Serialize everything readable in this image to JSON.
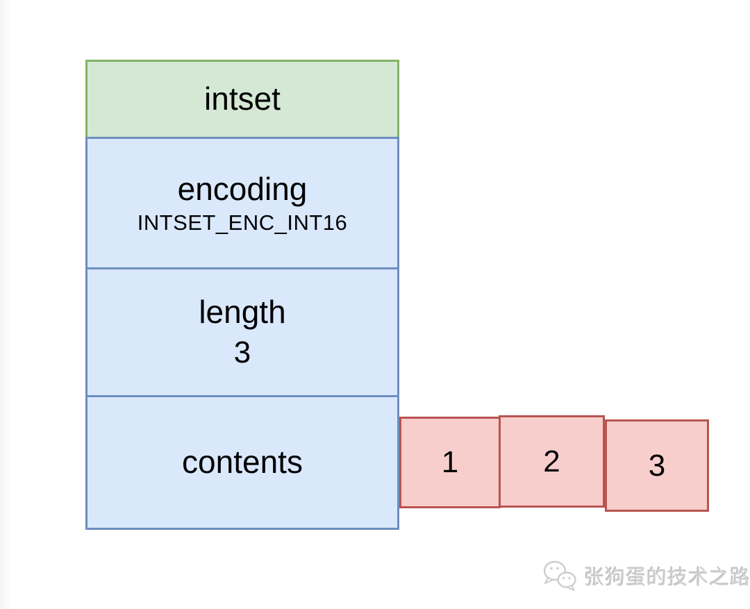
{
  "diagram": {
    "table": {
      "header": "intset",
      "rows": [
        {
          "label": "encoding",
          "value": "INTSET_ENC_INT16"
        },
        {
          "label": "length",
          "value": "3"
        },
        {
          "label": "contents",
          "value": ""
        }
      ]
    },
    "contents_cells": [
      "1",
      "2",
      "3"
    ],
    "colors": {
      "header_fill": "#d5e8d4",
      "header_stroke": "#82b366",
      "row_fill": "#dae8fc",
      "row_stroke": "#6c8ebf",
      "cell_fill": "#f8cecc",
      "cell_stroke": "#b85450"
    }
  },
  "watermark": {
    "text": "张狗蛋的技术之路",
    "icon": "wechat-chat-bubbles-icon"
  }
}
